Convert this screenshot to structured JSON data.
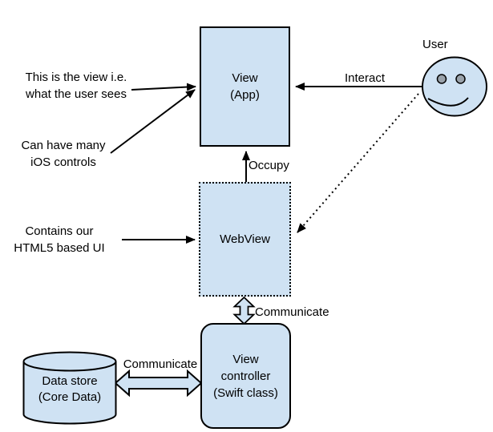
{
  "diagram": {
    "background_color": "#ffffff",
    "node_fill_color": "#cfe2f3",
    "node_stroke_color": "#000000",
    "nodes": {
      "view_app": {
        "line1": "View",
        "line2": "(App)"
      },
      "webview": {
        "label": "WebView"
      },
      "view_controller": {
        "line1": "View",
        "line2": "controller",
        "line3": "(Swift class)"
      },
      "data_store": {
        "line1": "Data store",
        "line2": "(Core Data)"
      },
      "user": {
        "label": "User"
      }
    },
    "annotations": {
      "view_note": {
        "line1": "This is the view i.e.",
        "line2": "what the user sees"
      },
      "controls_note": {
        "line1": "Can have many",
        "line2": "iOS controls"
      },
      "html5_note": {
        "line1": "Contains our",
        "line2": "HTML5 based UI"
      }
    },
    "edge_labels": {
      "interact": "Interact",
      "occupy": "Occupy",
      "communicate_webview_controller": "Communicate",
      "communicate_datastore_controller": "Communicate"
    }
  }
}
